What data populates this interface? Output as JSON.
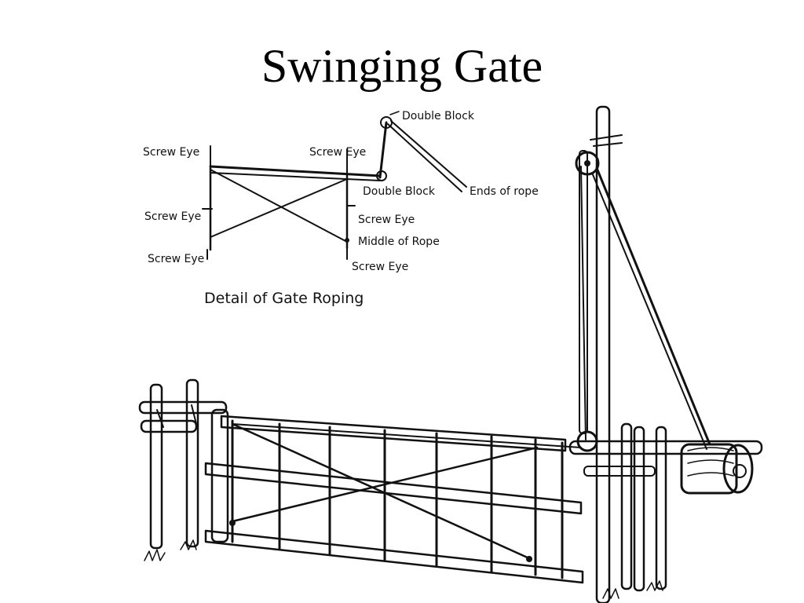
{
  "slide": {
    "title": "Swinging Gate"
  },
  "detail": {
    "labels": {
      "screw_eye_top_left": "Screw Eye",
      "screw_eye_top_right": "Screw Eye",
      "double_block_top": "Double Block",
      "double_block_mid": "Double Block",
      "ends_of_rope": "Ends of rope",
      "screw_eye_mid_left": "Screw Eye",
      "screw_eye_mid_right": "Screw Eye",
      "middle_of_rope": "Middle of Rope",
      "screw_eye_bottom_left": "Screw Eye",
      "screw_eye_bottom_right": "Screw Eye"
    },
    "caption": "Detail of Gate Roping"
  }
}
